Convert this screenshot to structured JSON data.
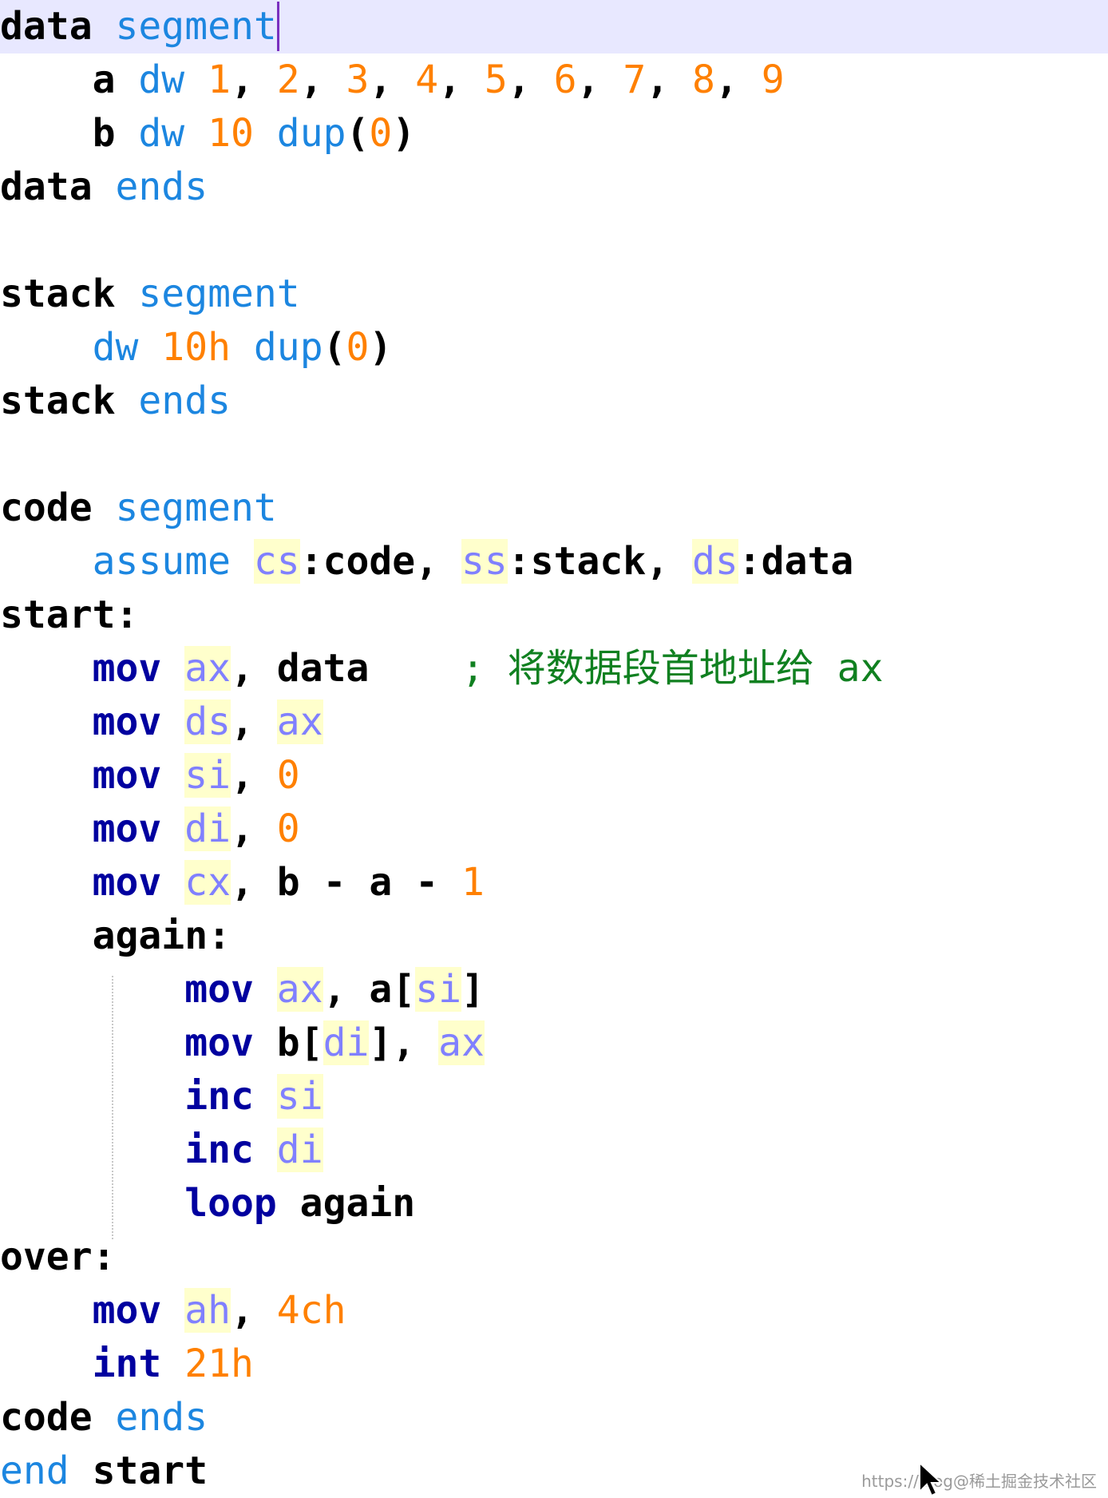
{
  "editor": {
    "colors": {
      "background": "#ffffff",
      "current_line": "#e8e8ff",
      "identifier": "#000000",
      "directive": "#1c86e0",
      "number": "#ff8000",
      "instruction": "#00009f",
      "register": "#8080ff",
      "register_highlight": "#ffffcc",
      "comment": "#108020"
    },
    "lines": [
      {
        "tokens": [
          {
            "t": "data",
            "k": "ident"
          },
          {
            "t": " "
          },
          {
            "t": "segment",
            "k": "kw"
          }
        ]
      },
      {
        "tokens": [
          {
            "t": "    a ",
            "k": "ident"
          },
          {
            "t": "dw",
            "k": "kw"
          },
          {
            "t": " "
          },
          {
            "t": "1",
            "k": "num"
          },
          {
            "t": ", "
          },
          {
            "t": "2",
            "k": "num"
          },
          {
            "t": ", "
          },
          {
            "t": "3",
            "k": "num"
          },
          {
            "t": ", "
          },
          {
            "t": "4",
            "k": "num"
          },
          {
            "t": ", "
          },
          {
            "t": "5",
            "k": "num"
          },
          {
            "t": ", "
          },
          {
            "t": "6",
            "k": "num"
          },
          {
            "t": ", "
          },
          {
            "t": "7",
            "k": "num"
          },
          {
            "t": ", "
          },
          {
            "t": "8",
            "k": "num"
          },
          {
            "t": ", "
          },
          {
            "t": "9",
            "k": "num"
          }
        ]
      },
      {
        "tokens": [
          {
            "t": "    b ",
            "k": "ident"
          },
          {
            "t": "dw",
            "k": "kw"
          },
          {
            "t": " "
          },
          {
            "t": "10",
            "k": "num"
          },
          {
            "t": " "
          },
          {
            "t": "dup",
            "k": "kw"
          },
          {
            "t": "(",
            "k": "punct"
          },
          {
            "t": "0",
            "k": "num"
          },
          {
            "t": ")",
            "k": "punct"
          }
        ]
      },
      {
        "tokens": [
          {
            "t": "data",
            "k": "ident"
          },
          {
            "t": " "
          },
          {
            "t": "ends",
            "k": "kw"
          }
        ]
      },
      {
        "tokens": []
      },
      {
        "tokens": [
          {
            "t": "stack",
            "k": "ident"
          },
          {
            "t": " "
          },
          {
            "t": "segment",
            "k": "kw"
          }
        ]
      },
      {
        "tokens": [
          {
            "t": "    "
          },
          {
            "t": "dw",
            "k": "kw"
          },
          {
            "t": " "
          },
          {
            "t": "10h",
            "k": "num"
          },
          {
            "t": " "
          },
          {
            "t": "dup",
            "k": "kw"
          },
          {
            "t": "(",
            "k": "punct"
          },
          {
            "t": "0",
            "k": "num"
          },
          {
            "t": ")",
            "k": "punct"
          }
        ]
      },
      {
        "tokens": [
          {
            "t": "stack",
            "k": "ident"
          },
          {
            "t": " "
          },
          {
            "t": "ends",
            "k": "kw"
          }
        ]
      },
      {
        "tokens": []
      },
      {
        "tokens": [
          {
            "t": "code",
            "k": "ident"
          },
          {
            "t": " "
          },
          {
            "t": "segment",
            "k": "kw"
          }
        ]
      },
      {
        "tokens": [
          {
            "t": "    "
          },
          {
            "t": "assume",
            "k": "kw"
          },
          {
            "t": " "
          },
          {
            "t": "cs",
            "k": "reg"
          },
          {
            "t": ":code, ",
            "k": "ident"
          },
          {
            "t": "ss",
            "k": "reg"
          },
          {
            "t": ":stack, ",
            "k": "ident"
          },
          {
            "t": "ds",
            "k": "reg"
          },
          {
            "t": ":data",
            "k": "ident"
          }
        ]
      },
      {
        "tokens": [
          {
            "t": "start:",
            "k": "ident"
          }
        ]
      },
      {
        "tokens": [
          {
            "t": "    "
          },
          {
            "t": "mov",
            "k": "instr"
          },
          {
            "t": " "
          },
          {
            "t": "ax",
            "k": "reg"
          },
          {
            "t": ", data    ",
            "k": "ident"
          },
          {
            "t": "; 将数据段首地址给 ax",
            "k": "cmt"
          }
        ]
      },
      {
        "tokens": [
          {
            "t": "    "
          },
          {
            "t": "mov",
            "k": "instr"
          },
          {
            "t": " "
          },
          {
            "t": "ds",
            "k": "reg"
          },
          {
            "t": ", "
          },
          {
            "t": "ax",
            "k": "reg"
          }
        ]
      },
      {
        "tokens": [
          {
            "t": "    "
          },
          {
            "t": "mov",
            "k": "instr"
          },
          {
            "t": " "
          },
          {
            "t": "si",
            "k": "reg"
          },
          {
            "t": ", "
          },
          {
            "t": "0",
            "k": "num"
          }
        ]
      },
      {
        "tokens": [
          {
            "t": "    "
          },
          {
            "t": "mov",
            "k": "instr"
          },
          {
            "t": " "
          },
          {
            "t": "di",
            "k": "reg"
          },
          {
            "t": ", "
          },
          {
            "t": "0",
            "k": "num"
          }
        ]
      },
      {
        "tokens": [
          {
            "t": "    "
          },
          {
            "t": "mov",
            "k": "instr"
          },
          {
            "t": " "
          },
          {
            "t": "cx",
            "k": "reg"
          },
          {
            "t": ", b - a - ",
            "k": "ident"
          },
          {
            "t": "1",
            "k": "num"
          }
        ]
      },
      {
        "tokens": [
          {
            "t": "    again:",
            "k": "ident"
          }
        ]
      },
      {
        "tokens": [
          {
            "t": "        "
          },
          {
            "t": "mov",
            "k": "instr"
          },
          {
            "t": " "
          },
          {
            "t": "ax",
            "k": "reg"
          },
          {
            "t": ", a[",
            "k": "ident"
          },
          {
            "t": "si",
            "k": "reg"
          },
          {
            "t": "]",
            "k": "punct"
          }
        ]
      },
      {
        "tokens": [
          {
            "t": "        "
          },
          {
            "t": "mov",
            "k": "instr"
          },
          {
            "t": " b[",
            "k": "ident"
          },
          {
            "t": "di",
            "k": "reg"
          },
          {
            "t": "], ",
            "k": "punct"
          },
          {
            "t": "ax",
            "k": "reg"
          }
        ]
      },
      {
        "tokens": [
          {
            "t": "        "
          },
          {
            "t": "inc",
            "k": "instr"
          },
          {
            "t": " "
          },
          {
            "t": "si",
            "k": "reg"
          }
        ]
      },
      {
        "tokens": [
          {
            "t": "        "
          },
          {
            "t": "inc",
            "k": "instr"
          },
          {
            "t": " "
          },
          {
            "t": "di",
            "k": "reg"
          }
        ]
      },
      {
        "tokens": [
          {
            "t": "        "
          },
          {
            "t": "loop",
            "k": "instr"
          },
          {
            "t": " again",
            "k": "ident"
          }
        ]
      },
      {
        "tokens": [
          {
            "t": "over:",
            "k": "ident"
          }
        ]
      },
      {
        "tokens": [
          {
            "t": "    "
          },
          {
            "t": "mov",
            "k": "instr"
          },
          {
            "t": " "
          },
          {
            "t": "ah",
            "k": "reg"
          },
          {
            "t": ", "
          },
          {
            "t": "4ch",
            "k": "num"
          }
        ]
      },
      {
        "tokens": [
          {
            "t": "    "
          },
          {
            "t": "int",
            "k": "instr"
          },
          {
            "t": " "
          },
          {
            "t": "21h",
            "k": "num"
          }
        ]
      },
      {
        "tokens": [
          {
            "t": "code",
            "k": "ident"
          },
          {
            "t": " "
          },
          {
            "t": "ends",
            "k": "kw"
          }
        ]
      },
      {
        "tokens": [
          {
            "t": "end",
            "k": "kw"
          },
          {
            "t": " start",
            "k": "ident"
          }
        ]
      }
    ]
  },
  "watermark": {
    "text": "https://blog@稀土掘金技术社区"
  },
  "cursor_icon": "arrow-pointer"
}
